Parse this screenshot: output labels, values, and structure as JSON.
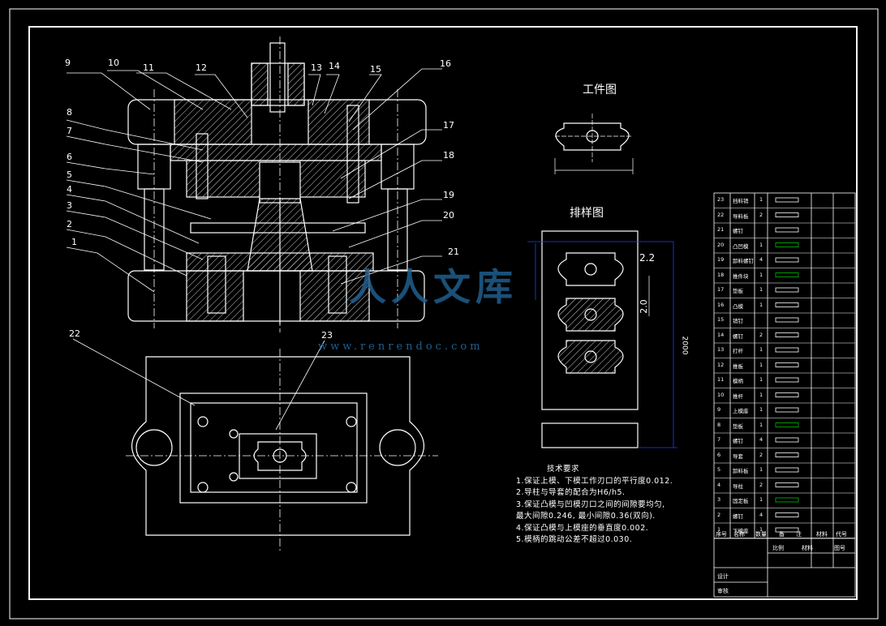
{
  "callouts": [
    "9",
    "10",
    "11",
    "12",
    "13",
    "14",
    "15",
    "16",
    "8",
    "7",
    "17",
    "6",
    "18",
    "5",
    "4",
    "19",
    "3",
    "20",
    "2",
    "21",
    "1",
    "22",
    "23"
  ],
  "workpiece_title": "工件图",
  "strip_title": "排样图",
  "strip_dims": {
    "step": "2.2",
    "gap": "2.0",
    "length": "2000"
  },
  "tech_requirements": {
    "heading": "技术要求",
    "items": [
      "1.保证上模、下模工作刃口的平行度0.012.",
      "2.导柱与导套的配合为H6/h5.",
      "3.保证凸模与凹模刃口之间的间隙要均匀,",
      "   最大间隙0.246, 最小间隙0.36(双向).",
      "4.保证凸模与上模座的垂直度0.002.",
      "5.模柄的跳动公差不超过0.030."
    ]
  },
  "bom": {
    "rows": [
      {
        "no": "23",
        "name": "挡料销",
        "qty": "1"
      },
      {
        "no": "22",
        "name": "导料板",
        "qty": "2"
      },
      {
        "no": "21",
        "name": "螺钉",
        "qty": ""
      },
      {
        "no": "20",
        "name": "凸凹模",
        "qty": "1"
      },
      {
        "no": "19",
        "name": "卸料螺钉",
        "qty": "4"
      },
      {
        "no": "18",
        "name": "推件块",
        "qty": "1"
      },
      {
        "no": "17",
        "name": "垫板",
        "qty": "1"
      },
      {
        "no": "16",
        "name": "凸模",
        "qty": "1"
      },
      {
        "no": "15",
        "name": "销钉",
        "qty": ""
      },
      {
        "no": "14",
        "name": "螺钉",
        "qty": "2"
      },
      {
        "no": "13",
        "name": "打杆",
        "qty": "1"
      },
      {
        "no": "12",
        "name": "推板",
        "qty": "1"
      },
      {
        "no": "11",
        "name": "模柄",
        "qty": "1"
      },
      {
        "no": "10",
        "name": "推杆",
        "qty": "1"
      },
      {
        "no": "9",
        "name": "上模座",
        "qty": "1"
      },
      {
        "no": "8",
        "name": "垫板",
        "qty": "1"
      },
      {
        "no": "7",
        "name": "螺钉",
        "qty": "4"
      },
      {
        "no": "6",
        "name": "导套",
        "qty": "2"
      },
      {
        "no": "5",
        "name": "卸料板",
        "qty": "1"
      },
      {
        "no": "4",
        "name": "导柱",
        "qty": "2"
      },
      {
        "no": "3",
        "name": "固定板",
        "qty": "1"
      },
      {
        "no": "2",
        "name": "螺钉",
        "qty": "4"
      },
      {
        "no": "1",
        "name": "下模座",
        "qty": "1"
      }
    ],
    "header": [
      "序号",
      "名称",
      "数量",
      "备注",
      "材料",
      "代号"
    ],
    "title_block": [
      "比例",
      "材料",
      "图号",
      "设计",
      "审核"
    ]
  },
  "watermark": {
    "text": "人人文库",
    "url": "www.renrendoc.com"
  },
  "colors": {
    "background": "#000000",
    "line": "#ffffff",
    "accent_green": "#00c000",
    "dimension_blue": "#2040ff",
    "watermark": "#1f5f8f"
  }
}
